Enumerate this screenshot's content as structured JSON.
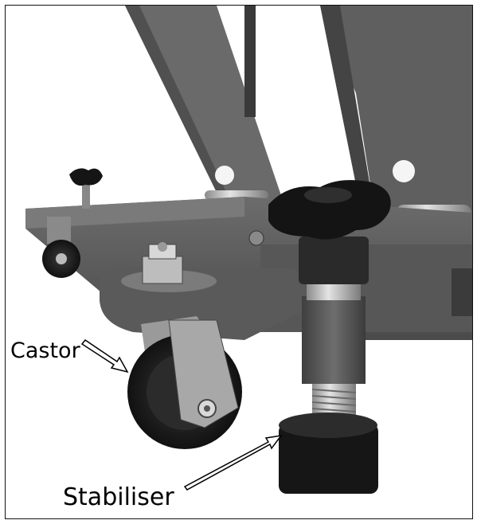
{
  "labels": {
    "castor": "Castor",
    "stabiliser": "Stabiliser"
  },
  "colors": {
    "background": "#ffffff",
    "frame_border": "#111111",
    "body_dark": "#4a4a4a",
    "body_mid": "#6b6b6b",
    "body_light": "#9a9a9a",
    "rubber": "#1a1a1a",
    "chrome": "#c8c8c8"
  },
  "image": {
    "kind": "grayscale product photo",
    "subject": "hydraulic lift base with castor wheel and stabiliser foot"
  }
}
